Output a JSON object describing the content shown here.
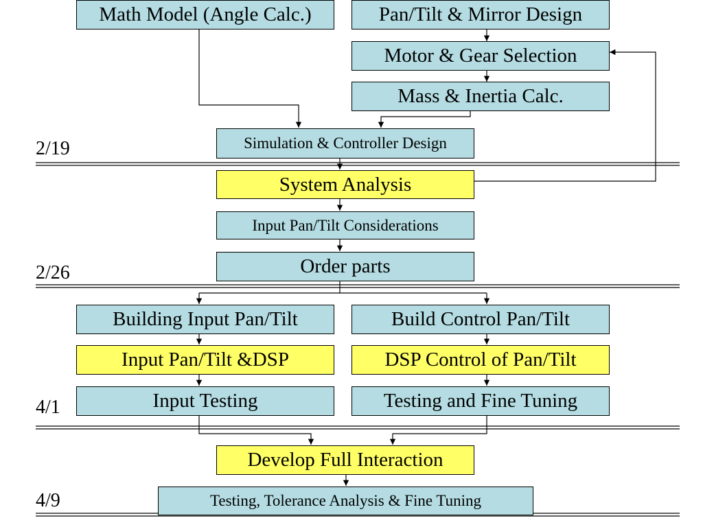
{
  "flowchart": {
    "nodes": {
      "math_model": "Math Model (Angle Calc.)",
      "pan_tilt_mirror": "Pan/Tilt & Mirror Design",
      "motor_gear": "Motor & Gear Selection",
      "mass_inertia": "Mass & Inertia Calc.",
      "simulation": "Simulation & Controller Design",
      "system_analysis": "System Analysis",
      "input_considerations": "Input Pan/Tilt Considerations",
      "order_parts": "Order parts",
      "building_input": "Building Input Pan/Tilt",
      "build_control": "Build Control Pan/Tilt",
      "input_dsp": "Input Pan/Tilt &DSP",
      "dsp_control": "DSP Control of Pan/Tilt",
      "input_testing": "Input Testing",
      "testing_fine_tuning": "Testing and Fine Tuning",
      "develop_full": "Develop Full Interaction",
      "final_testing": "Testing, Tolerance Analysis & Fine Tuning"
    },
    "milestones": {
      "m1": "2/19",
      "m2": "2/26",
      "m3": "4/1",
      "m4": "4/9"
    },
    "colors": {
      "task": "#b4dce2",
      "highlight": "#ffff66",
      "line": "#000000"
    }
  }
}
